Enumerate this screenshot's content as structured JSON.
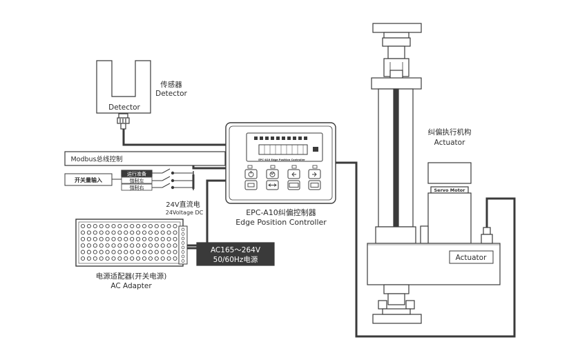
{
  "detector": {
    "title_cn": "传感器",
    "title_en": "Detector",
    "box_label": "Detector"
  },
  "modbus": {
    "label": "Modbus总线控制"
  },
  "switch_input": {
    "label": "开关量输入",
    "options": [
      "运行准备",
      "强制左",
      "强制右"
    ]
  },
  "power_dc": {
    "label_cn": "24V直流电",
    "label_en": "24Voltage DC"
  },
  "controller": {
    "title_cn": "EPC-A10纠偏控制器",
    "title_en": "Edge Position Controller",
    "brand_text": "EPC-A10  Edge Position Controller"
  },
  "ac_adapter": {
    "label_cn": "电源适配器(开关电源)",
    "label_en": "AC Adapter"
  },
  "mains": {
    "line1": "AC165～264V",
    "line2": "50/60Hz电源"
  },
  "actuator": {
    "title_cn": "纠偏执行机构",
    "title_en": "Actuator",
    "box_label": "Actuator",
    "motor_label": "Servo Motor"
  },
  "colors": {
    "line": "#3a3a3a",
    "mains_bg": "#3a3a3a",
    "mains_text": "#ffffff",
    "background": "#ffffff"
  }
}
